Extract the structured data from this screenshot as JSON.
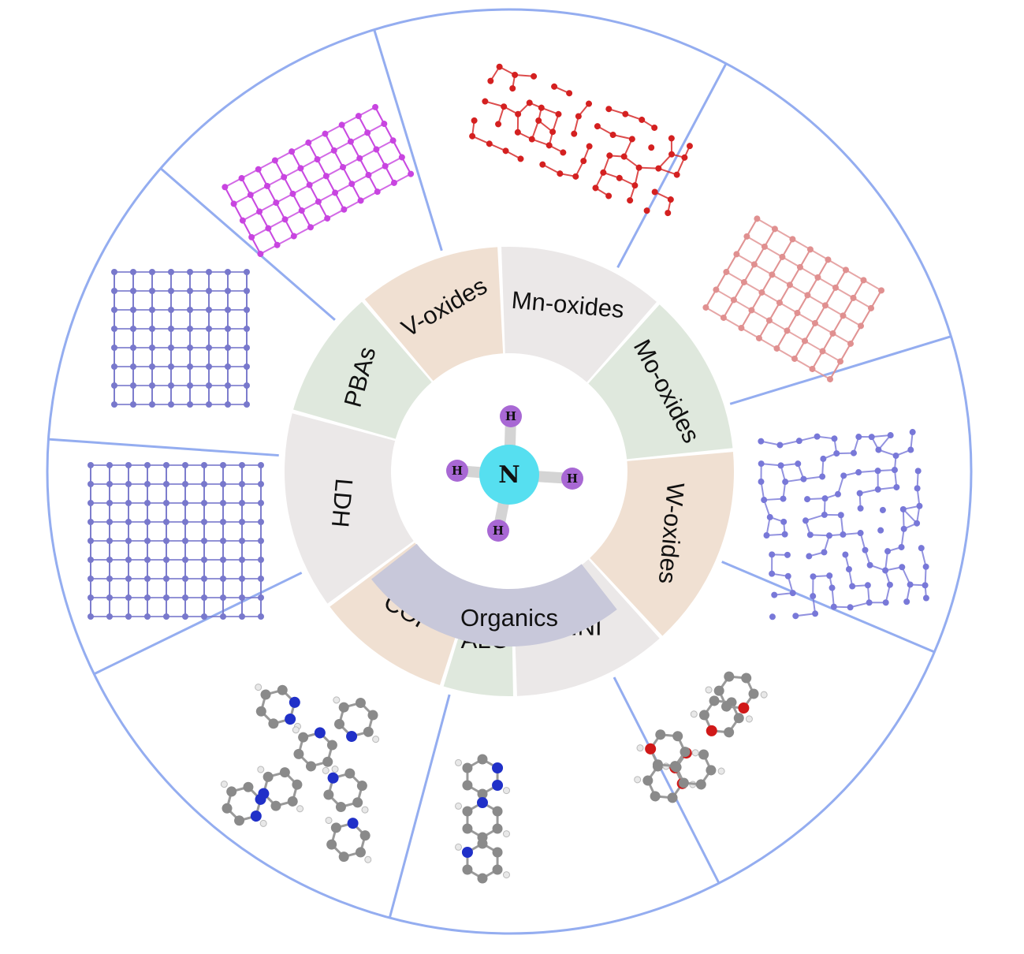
{
  "diagram": {
    "center": {
      "central_atom": "N",
      "ligand_atom": "H",
      "central_color": "#56dff0",
      "ligand_color": "#a868d4",
      "bond_color": "#d4d4d4"
    },
    "inner_ring": [
      {
        "id": "v-oxides",
        "label": "V-oxides",
        "color": "#f0e0d2"
      },
      {
        "id": "mn-oxides",
        "label": "Mn-oxides",
        "color": "#ebe8e8"
      },
      {
        "id": "mo-oxides",
        "label": "Mo-oxides",
        "color": "#dfe8dd"
      },
      {
        "id": "w-oxides",
        "label": "W-oxides",
        "color": "#f0e0d2"
      },
      {
        "id": "pnni",
        "label": "PNNI",
        "color": "#ebe8e8"
      },
      {
        "id": "alo",
        "label": "ALO",
        "color": "#dfe8dd"
      },
      {
        "id": "cof",
        "label": "COF",
        "color": "#f0e0d2"
      },
      {
        "id": "ldh",
        "label": "LDH",
        "color": "#ebe8e8"
      },
      {
        "id": "pbas",
        "label": "PBAs",
        "color": "#dfe8dd"
      }
    ],
    "organics_band": {
      "label": "Organics",
      "color": "#c8c8da"
    },
    "outer_line_color": "#94adf0",
    "structures": [
      {
        "id": "v-oxides",
        "kind": "lattice",
        "atom_a": "#2b22c8",
        "atom_b": "#c844e0"
      },
      {
        "id": "mn-oxides",
        "kind": "lattice",
        "atom_a": "#8a1f9c",
        "atom_b": "#d42020"
      },
      {
        "id": "mo-oxides",
        "kind": "lattice",
        "atom_a": "#4f48b8",
        "atom_b": "#e09090"
      },
      {
        "id": "w-oxides",
        "kind": "lattice",
        "atom_a": "#2cc6cf",
        "atom_b": "#7878d8"
      },
      {
        "id": "pnni",
        "kind": "molecule",
        "atom_a": "#8a8a8a",
        "atom_b": "#d01818"
      },
      {
        "id": "alo",
        "kind": "molecule",
        "atom_a": "#8a8a8a",
        "atom_b": "#2030c8"
      },
      {
        "id": "cof",
        "kind": "molecule",
        "atom_a": "#8a8a8a",
        "atom_b": "#2030c8"
      },
      {
        "id": "ldh",
        "kind": "lattice",
        "atom_a": "#e08a3a",
        "atom_b": "#7878cc"
      },
      {
        "id": "pbas",
        "kind": "lattice",
        "atom_a": "#9a6a1a",
        "atom_b": "#7878cc"
      }
    ]
  }
}
